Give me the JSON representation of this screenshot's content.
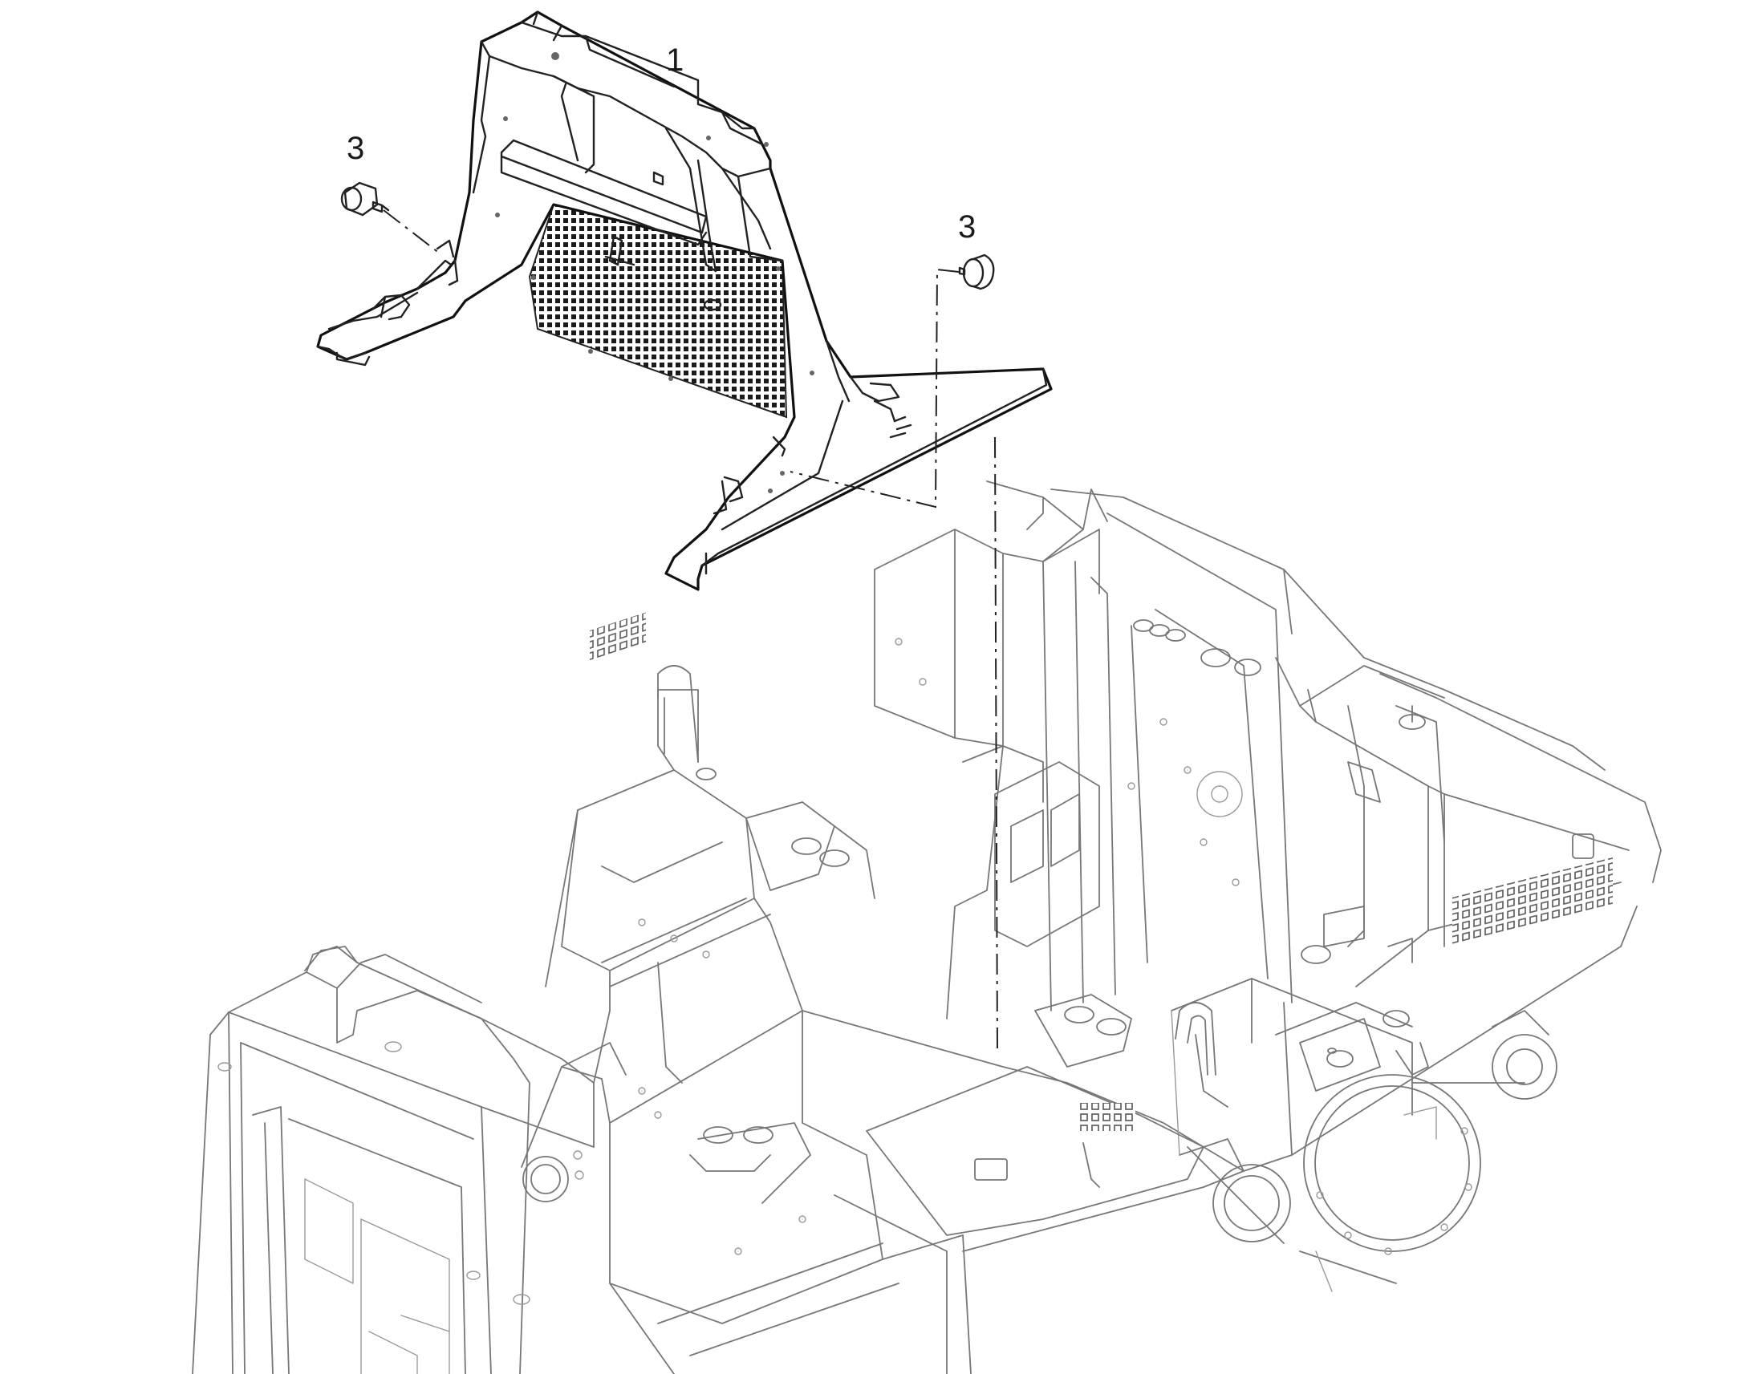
{
  "callouts": {
    "part_1": "1",
    "part_3_left": "3",
    "part_3_right": "3"
  },
  "colors": {
    "line": "#222222",
    "background_line": "#777777",
    "background": "#ffffff"
  }
}
